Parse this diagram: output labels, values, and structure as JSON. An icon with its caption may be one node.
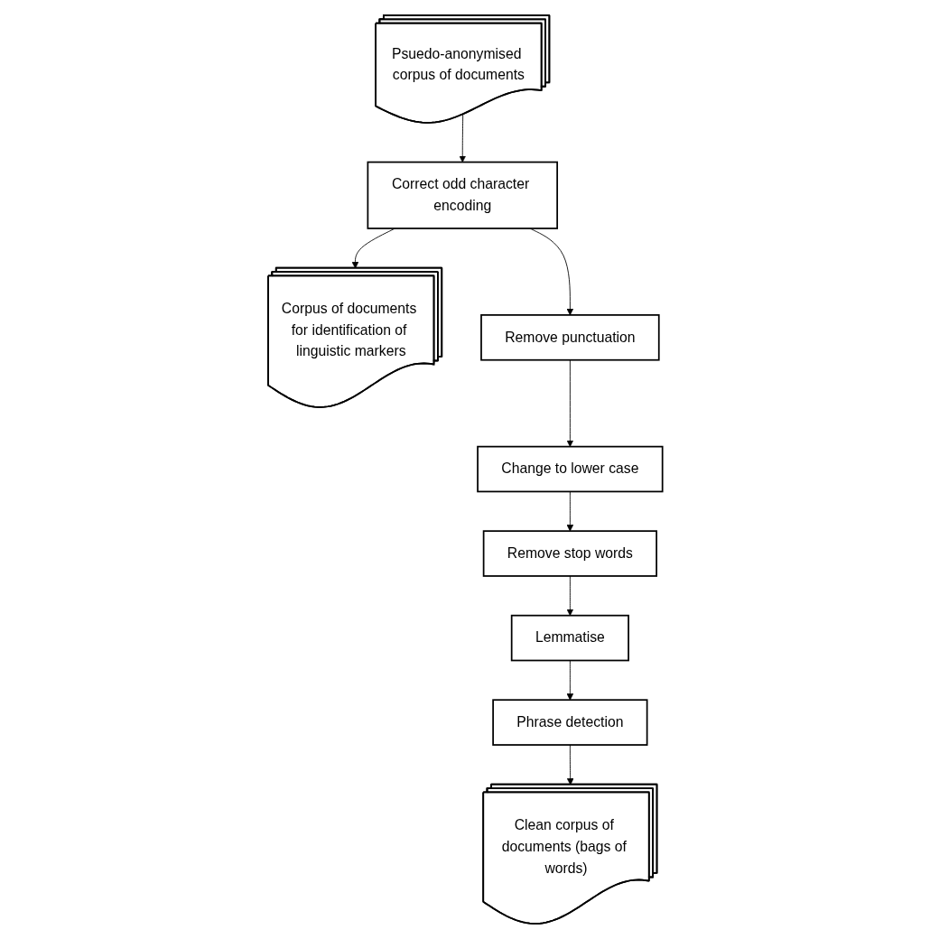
{
  "diagram": {
    "nodes": [
      {
        "text": [
          "Psuedo-anonymised corpus of documents"
        ]
      },
      {
        "text": [
          "Correct odd character encoding"
        ]
      },
      {
        "text": [
          "Corpus of documents for identification of linguistic markers"
        ]
      },
      {
        "text": [
          "Remove punctuation"
        ]
      },
      {
        "text": [
          "Change to lower case"
        ]
      },
      {
        "text": [
          "Remove stop words"
        ]
      },
      {
        "text": [
          "Lemmatise"
        ]
      },
      {
        "text": [
          "Phrase detection"
        ]
      },
      {
        "text": [
          "Clean corpus of documents (bags of words)"
        ]
      }
    ],
    "edges": [
      {
        "from": 0,
        "to": 1,
        "arrow": "to"
      },
      {
        "from": 1,
        "to": 2,
        "arrow": "to"
      },
      {
        "from": 1,
        "to": 3,
        "arrow": "to"
      },
      {
        "from": 3,
        "to": 4,
        "arrow": "to"
      },
      {
        "from": 4,
        "to": 5,
        "arrow": "to"
      },
      {
        "from": 5,
        "to": 6,
        "arrow": "to"
      },
      {
        "from": 6,
        "to": 7,
        "arrow": "to"
      },
      {
        "from": 7,
        "to": 8,
        "arrow": "to"
      }
    ]
  }
}
